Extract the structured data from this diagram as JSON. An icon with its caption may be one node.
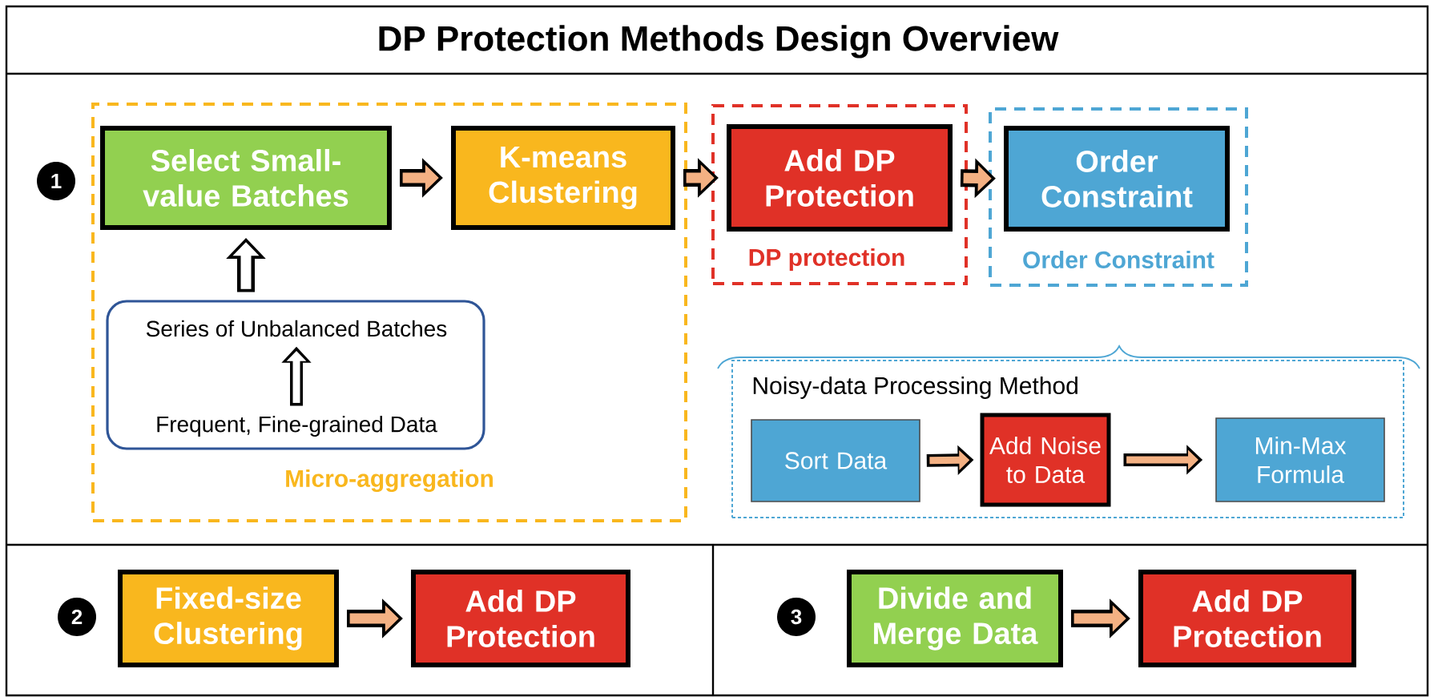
{
  "diagram": {
    "title": "DP Protection Methods Design Overview",
    "nodes": [
      {
        "text": [
          "Micro-aggregation"
        ]
      },
      {
        "text": [
          "Select Small-value Batches"
        ],
        "in": 0
      },
      {
        "text": [
          "K-means Clustering"
        ],
        "in": 0
      },
      {
        "text": [],
        "shape": "box",
        "in": 0
      },
      {
        "text": [
          "Series of Unbalanced Batches"
        ],
        "in": 3
      },
      {
        "text": [
          "Frequent, Fine-grained Data"
        ],
        "in": 3
      },
      {
        "text": [
          "DP protection"
        ]
      },
      {
        "text": [
          "Add DP Protection"
        ],
        "in": 6
      },
      {
        "text": [
          "Order Constraint"
        ]
      },
      {
        "text": [
          "Order Constraint"
        ],
        "in": 8
      },
      {
        "text": [
          "Noisy-data Processing Method"
        ]
      },
      {
        "text": [
          "Sort Data"
        ],
        "in": 10
      },
      {
        "text": [
          "Add Noise to Data"
        ],
        "in": 10
      },
      {
        "text": [
          "Min-Max Formula"
        ],
        "in": 10
      },
      {
        "text": [
          "Fixed-size Clustering"
        ]
      },
      {
        "text": [
          "Add DP Protection"
        ]
      },
      {
        "text": [
          "Divide and Merge Data"
        ]
      },
      {
        "text": [
          "Add DP Protection"
        ]
      }
    ],
    "edges": [
      {
        "from": 1,
        "to": 2,
        "arrow": "to"
      },
      {
        "from": 2,
        "to": 7,
        "arrow": "to"
      },
      {
        "from": 7,
        "to": 9,
        "arrow": "to"
      },
      {
        "from": 3,
        "to": 1,
        "arrow": "to"
      },
      {
        "from": 5,
        "to": 4,
        "arrow": "to"
      },
      {
        "from": 11,
        "to": 12,
        "arrow": "to"
      },
      {
        "from": 12,
        "to": 13,
        "arrow": "to"
      },
      {
        "from": 14,
        "to": 15,
        "arrow": "to"
      },
      {
        "from": 16,
        "to": 17,
        "arrow": "to"
      }
    ],
    "labels": [
      "1",
      "2",
      "3"
    ]
  }
}
